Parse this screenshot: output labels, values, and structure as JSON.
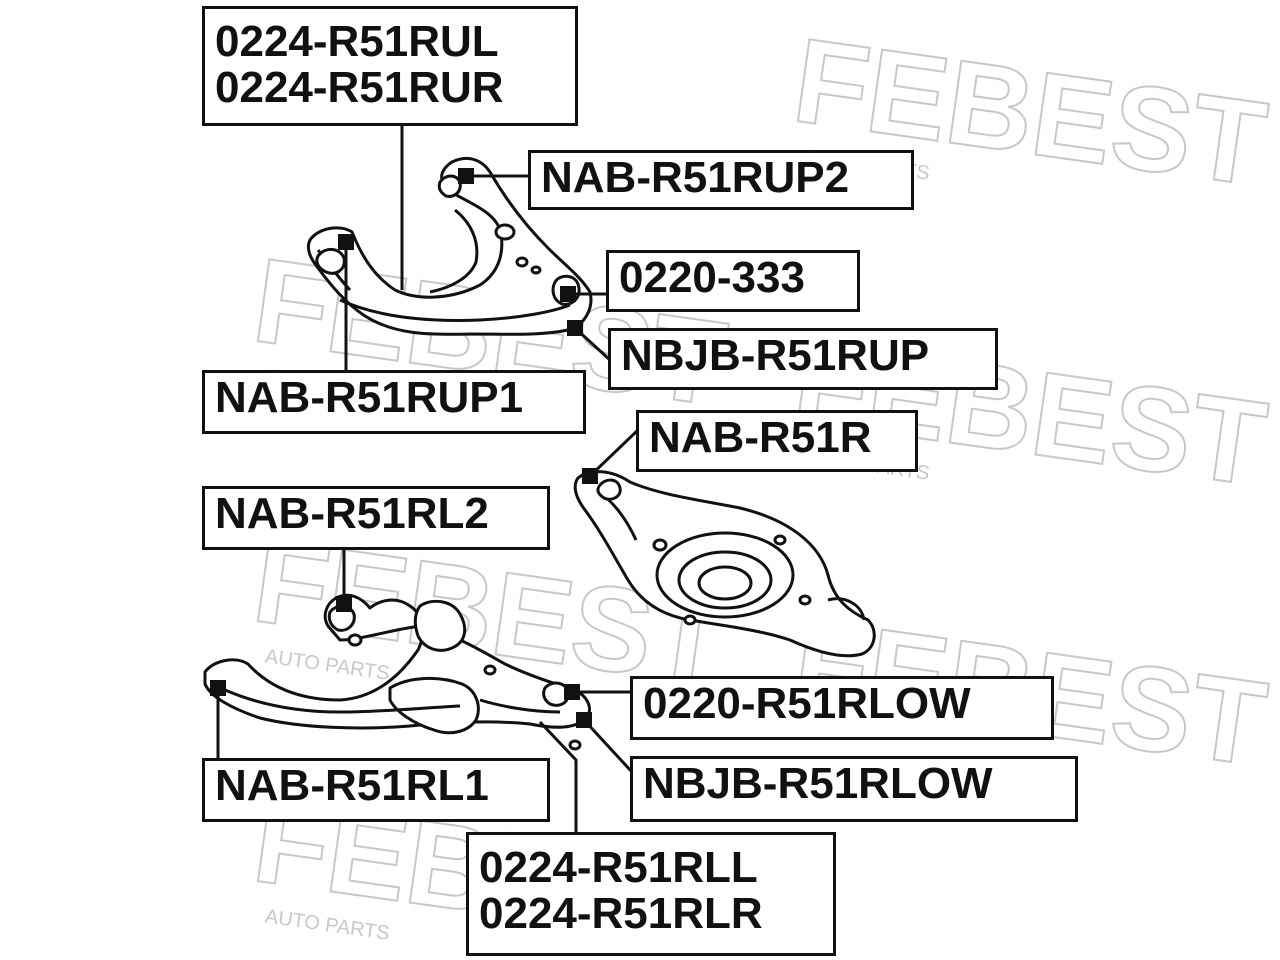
{
  "watermark": {
    "brand": "FEBEST",
    "sub": "AUTO PARTS",
    "color": "#c8c8c8"
  },
  "labels": {
    "upper_arm": [
      "0224-R51RUL",
      "0224-R51RUR"
    ],
    "nab_rup2": "NAB-R51RUP2",
    "bushing_333": "0220-333",
    "nbjb_rup": "NBJB-R51RUP",
    "nab_rup1": "NAB-R51RUP1",
    "nab_r": "NAB-R51R",
    "nab_rl2": "NAB-R51RL2",
    "rlow_0220": "0220-R51RLOW",
    "nbjb_rlow": "NBJB-R51RLOW",
    "nab_rl1": "NAB-R51RL1",
    "lower_arm": [
      "0224-R51RLL",
      "0224-R51RLR"
    ]
  },
  "colors": {
    "line": "#111111",
    "label_border": "#111111",
    "label_bg": "#ffffff"
  }
}
